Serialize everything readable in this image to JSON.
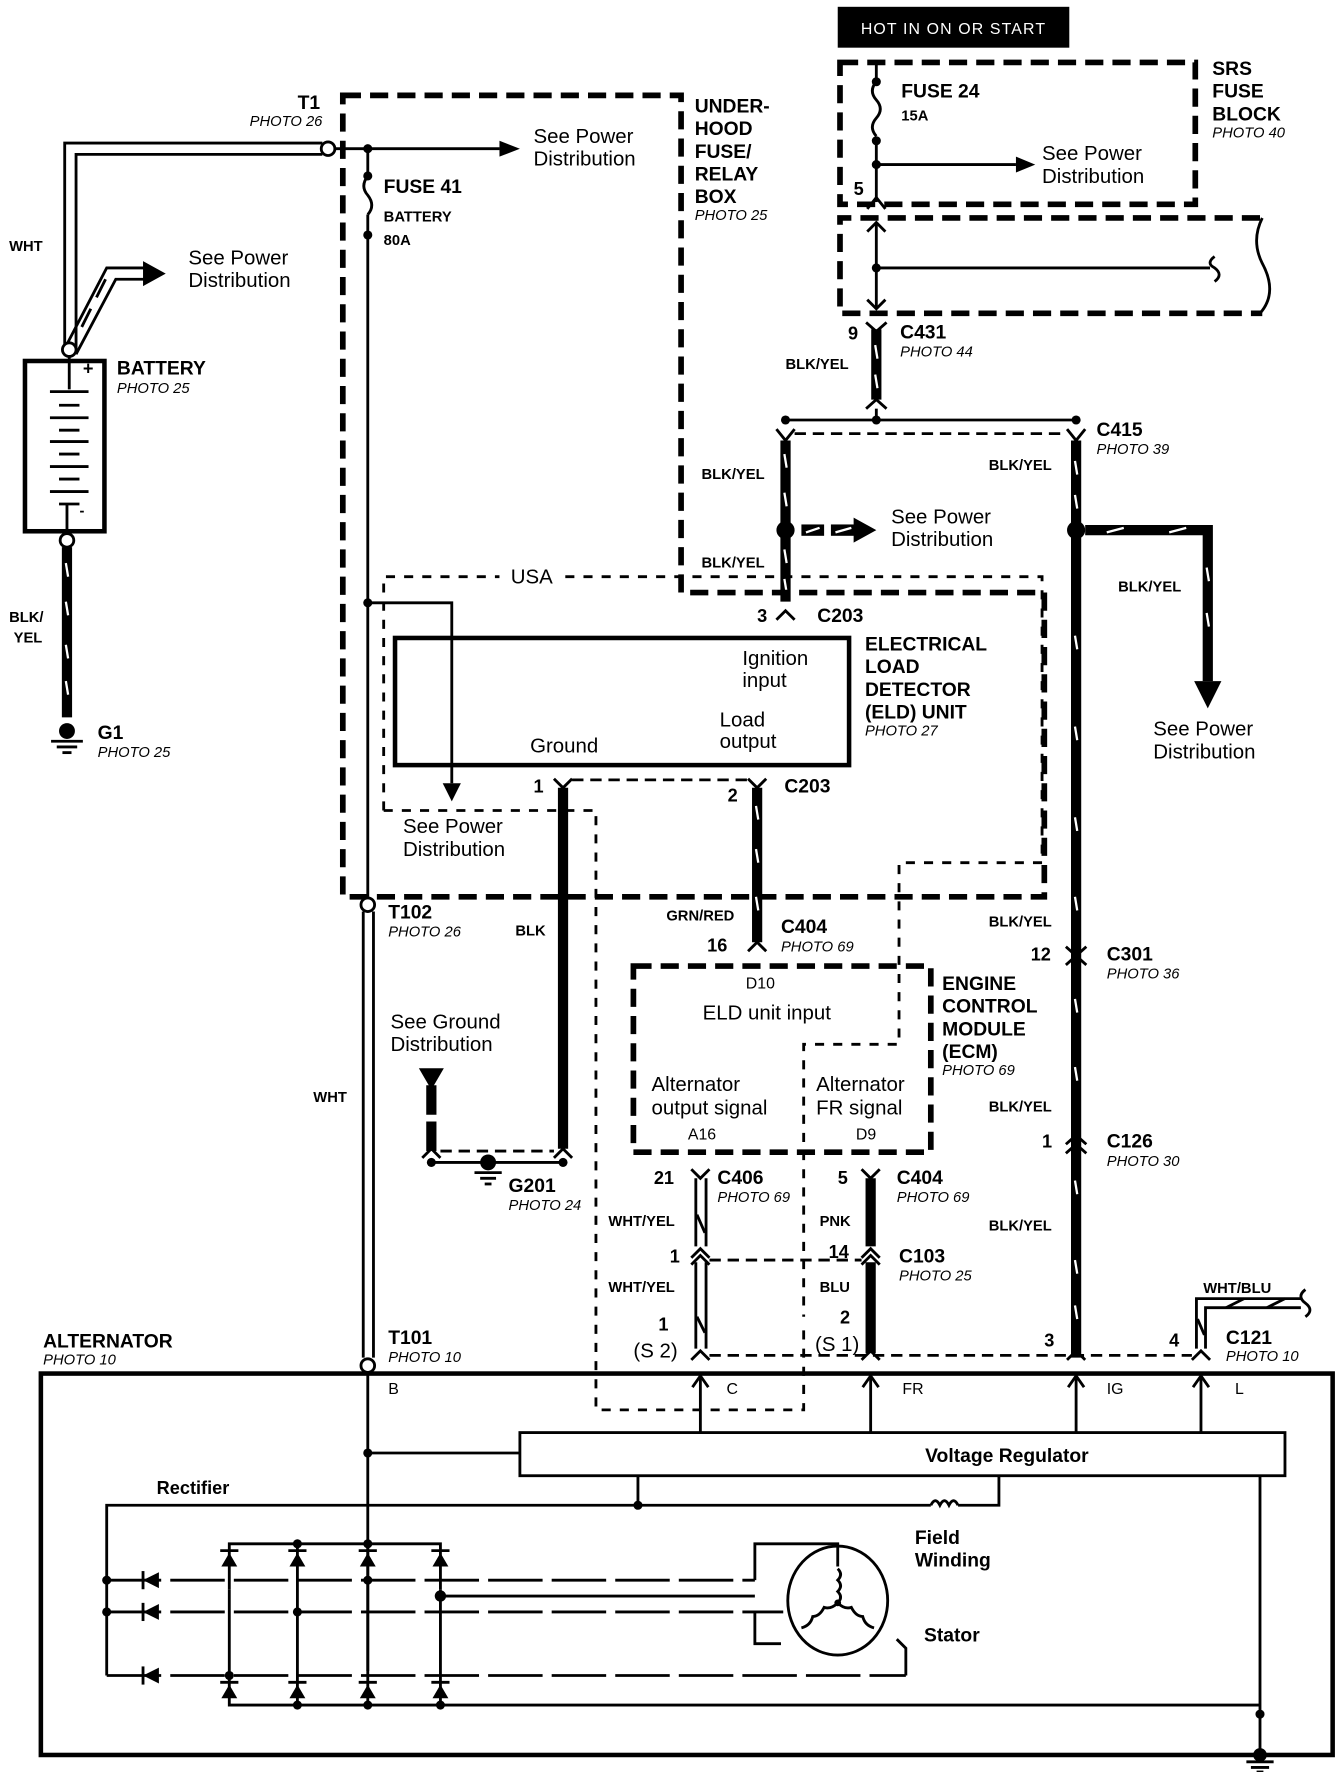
{
  "banner": {
    "text": "HOT IN ON OR START",
    "bg": "#000000",
    "fg": "#ffffff"
  },
  "components": {
    "srs_fuse_block": {
      "name_lines": [
        "SRS",
        "FUSE",
        "BLOCK"
      ],
      "photo": "PHOTO 40"
    },
    "fuse24": {
      "name": "FUSE 24",
      "rating": "15A",
      "pin": "5"
    },
    "underhood_box": {
      "name_lines": [
        "UNDER-",
        "HOOD",
        "FUSE/",
        "RELAY",
        "BOX"
      ],
      "photo": "PHOTO 25"
    },
    "fuse41": {
      "name": "FUSE 41",
      "sub": "BATTERY",
      "rating": "80A"
    },
    "t1": {
      "name": "T1",
      "photo": "PHOTO 26"
    },
    "battery": {
      "name": "BATTERY",
      "photo": "PHOTO 25",
      "plus": "+",
      "minus": "-"
    },
    "g1": {
      "name": "G1",
      "photo": "PHOTO 25"
    },
    "eld": {
      "name_lines": [
        "ELECTRICAL",
        "LOAD",
        "DETECTOR",
        "(ELD) UNIT"
      ],
      "photo": "PHOTO  27",
      "ignition_lines": [
        "Ignition",
        "input"
      ],
      "load_lines": [
        "Load",
        "output"
      ],
      "ground": "Ground",
      "region": "USA"
    },
    "c431": {
      "name": "C431",
      "photo": "PHOTO 44",
      "pin": "9"
    },
    "c415": {
      "name": "C415",
      "photo": "PHOTO 39"
    },
    "c203_top": {
      "name": "C203",
      "pin": "3"
    },
    "c203_bottom": {
      "name": "C203",
      "pin1": "1",
      "pin2": "2"
    },
    "t102": {
      "name": "T102",
      "photo": "PHOTO 26"
    },
    "c404_top": {
      "name": "C404",
      "photo": "PHOTO  69",
      "pin": "16"
    },
    "ecm": {
      "name_lines": [
        "ENGINE",
        "CONTROL",
        "MODULE",
        "(ECM)"
      ],
      "photo": "PHOTO 69",
      "d10": "D10",
      "eld_input": "ELD unit input",
      "alt_output_lines": [
        "Alternator",
        "output signal"
      ],
      "alt_fr_lines": [
        "Alternator",
        "FR signal"
      ],
      "a16": "A16",
      "d9": "D9"
    },
    "c301": {
      "name": "C301",
      "photo": "PHOTO 36",
      "pin": "12"
    },
    "c126": {
      "name": "C126",
      "photo": "PHOTO 30",
      "pin": "1"
    },
    "g201": {
      "name": "G201",
      "photo": "PHOTO 24"
    },
    "c406": {
      "name": "C406",
      "photo": "PHOTO 69",
      "pin": "21"
    },
    "c404_bottom": {
      "name": "C404",
      "photo": "PHOTO 69",
      "pin": "5"
    },
    "c103": {
      "name": "C103",
      "photo": "PHOTO 25",
      "pin_left": "1",
      "pin_right": "14"
    },
    "c121": {
      "name": "C121",
      "photo": "PHOTO 10",
      "pin": "4"
    },
    "t101": {
      "name": "T101",
      "photo": "PHOTO 10"
    },
    "alternator": {
      "name": "ALTERNATOR",
      "photo": "PHOTO 10",
      "terminals": {
        "b": "B",
        "c": "C",
        "fr": "FR",
        "ig": "IG",
        "l": "L"
      },
      "s2_pin": "1",
      "s2": "(S 2)",
      "s1_pin": "2",
      "s1": "(S 1)",
      "ig_pin": "3",
      "voltage_regulator": "Voltage  Regulator",
      "rectifier": "Rectifier",
      "field_lines": [
        "Field",
        "Winding"
      ],
      "stator": "Stator"
    }
  },
  "refs": {
    "see_power_lines": [
      "See Power",
      "Distribution"
    ],
    "see_ground_lines": [
      "See Ground",
      "Distribution"
    ]
  },
  "wires": {
    "wht": "WHT",
    "blk_yel": "BLK/YEL",
    "blk_yel_split": [
      "BLK/",
      "YEL"
    ],
    "blk": "BLK",
    "grn_red": "GRN/RED",
    "wht_yel": "WHT/YEL",
    "pnk": "PNK",
    "blu": "BLU",
    "wht_blu": "WHT/BLU"
  }
}
